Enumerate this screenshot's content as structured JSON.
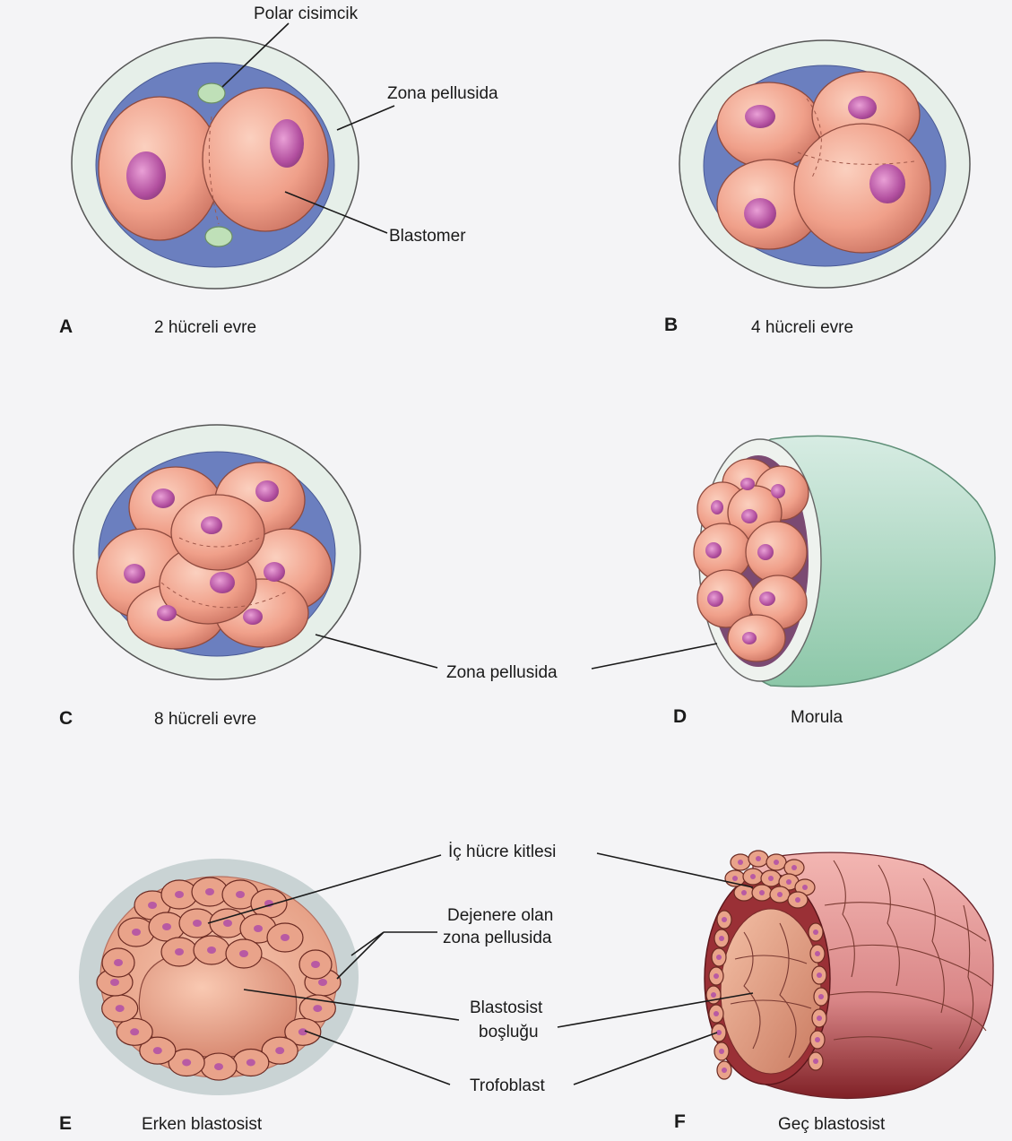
{
  "panels": {
    "a": {
      "letter": "A",
      "caption": "2 hücreli evre"
    },
    "b": {
      "letter": "B",
      "caption": "4 hücreli evre"
    },
    "c": {
      "letter": "C",
      "caption": "8 hücreli evre"
    },
    "d": {
      "letter": "D",
      "caption": "Morula"
    },
    "e": {
      "letter": "E",
      "caption": "Erken blastosist"
    },
    "f": {
      "letter": "F",
      "caption": "Geç blastosist"
    }
  },
  "labels": {
    "polar_body": "Polar cisimcik",
    "zona_pellucida_a": "Zona pellusida",
    "blastomere": "Blastomer",
    "zona_pellucida_cd": "Zona pellusida",
    "inner_cell_mass": "İç hücre kitlesi",
    "degenerating_zona_line1": "Dejenere olan",
    "degenerating_zona_line2": "zona pellusida",
    "blastocyst_cavity_line1": "Blastosist",
    "blastocyst_cavity_line2": "boşluğu",
    "trophoblast": "Trofoblast"
  },
  "colors": {
    "zona": "#e6efe9",
    "perivitelline_space": "#6b7fbf",
    "blastomere": "#f0a98f",
    "nucleus": "#b24f9f",
    "polar_body": "#bfe0b8",
    "morula_shell": "#9fd0b5"
  }
}
